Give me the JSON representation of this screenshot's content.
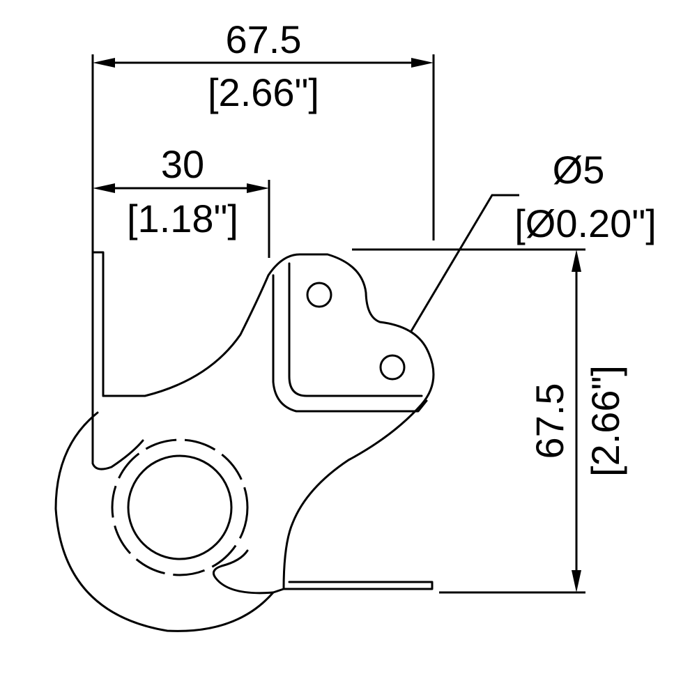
{
  "colors": {
    "ink": "#000000",
    "background": "#ffffff"
  },
  "dimensions": {
    "overall_width": {
      "metric": "67.5",
      "imperial": "[2.66\"]"
    },
    "inner_width": {
      "metric": "30",
      "imperial": "[1.18\"]"
    },
    "hole_diameter": {
      "metric": "Ø5",
      "imperial": "[Ø0.20\"]"
    },
    "overall_height": {
      "metric": "67.5",
      "imperial": "[2.66\"]"
    }
  }
}
